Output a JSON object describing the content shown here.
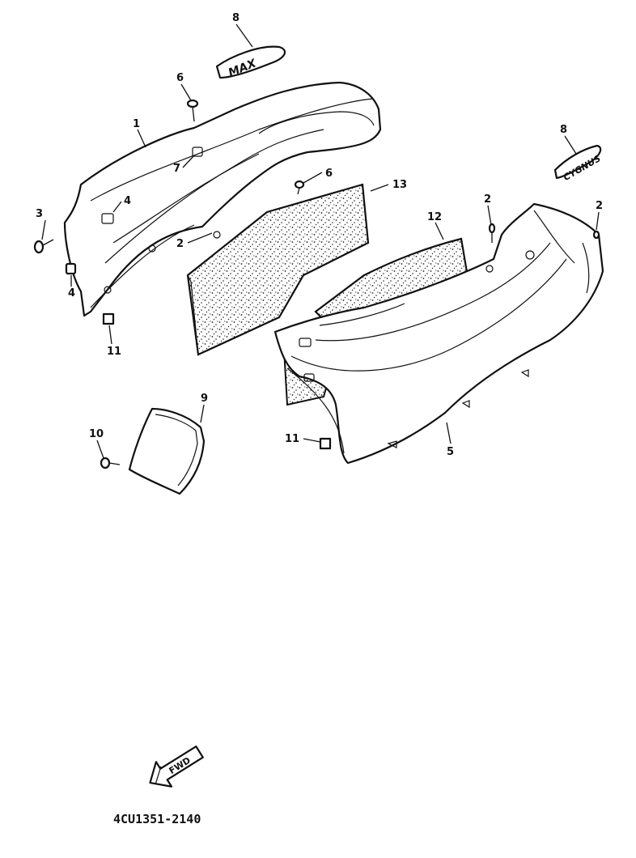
{
  "diagram_code": "4CU1351-2140",
  "fwd_label": "FWD",
  "emblem_left": "MAX",
  "emblem_right": "CYGNUS",
  "callouts": {
    "c1": "1",
    "c2a": "2",
    "c2b": "2",
    "c2c": "2",
    "c3": "3",
    "c4a": "4",
    "c4b": "4",
    "c5": "5",
    "c6a": "6",
    "c6b": "6",
    "c7": "7",
    "c8a": "8",
    "c8b": "8",
    "c9": "9",
    "c10": "10",
    "c11a": "11",
    "c11b": "11",
    "c12": "12",
    "c13": "13"
  }
}
